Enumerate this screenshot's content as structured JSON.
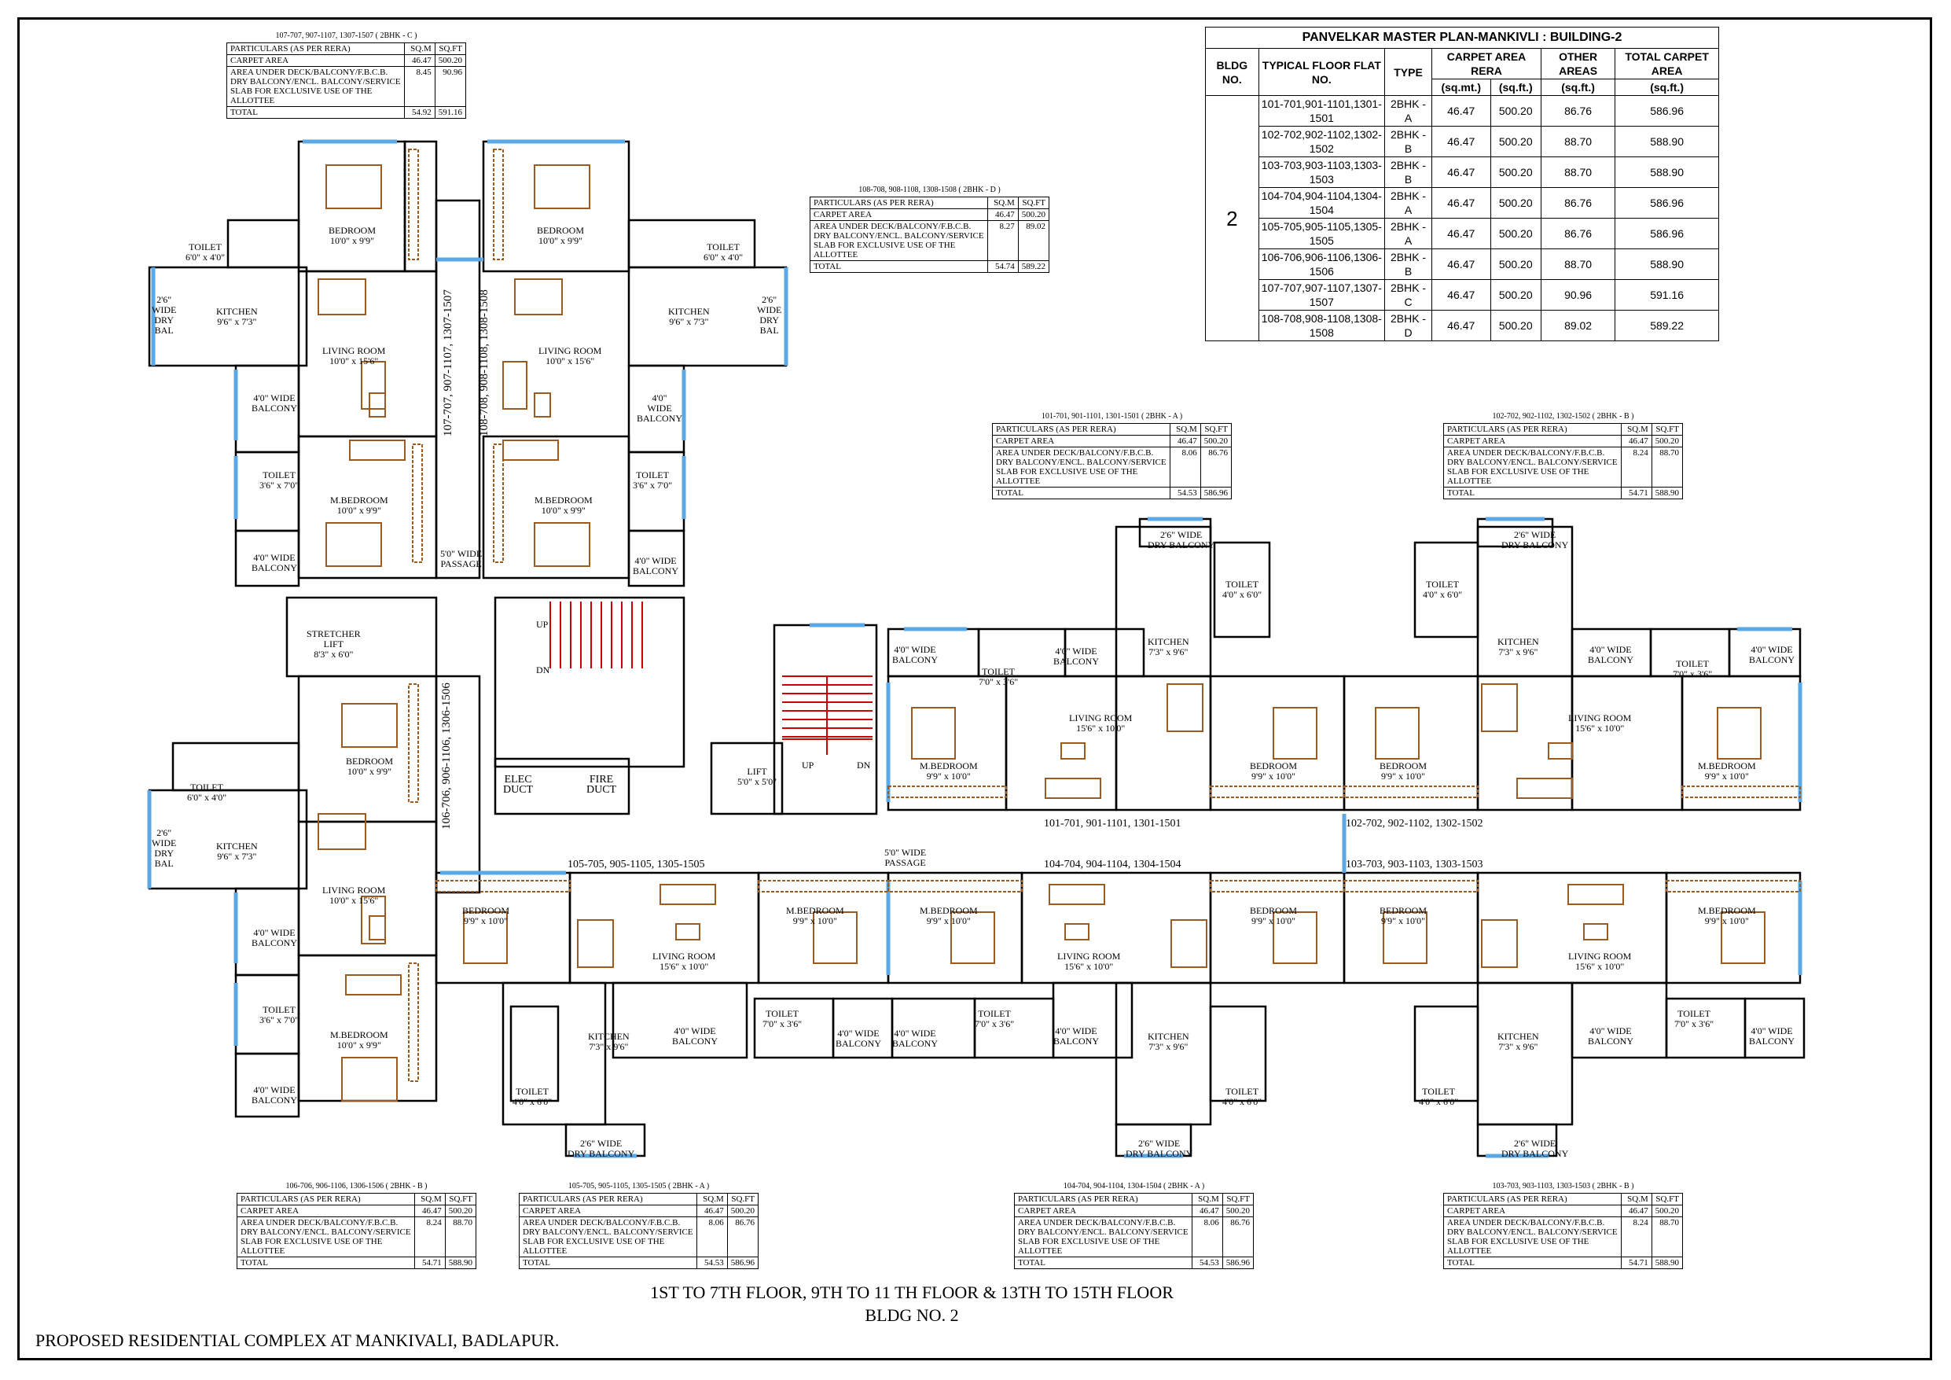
{
  "master_table": {
    "title": "PANVELKAR MASTER PLAN-MANKIVLI : BUILDING-2",
    "headers": {
      "bldg_no": "BLDG NO.",
      "typical_floor": "TYPICAL FLOOR FLAT NO.",
      "type": "TYPE",
      "carpet_area": "CARPET AREA RERA",
      "sq_mt": "(sq.mt.)",
      "sq_ft": "(sq.ft.)",
      "other_areas": "OTHER AREAS",
      "other_unit": "(sq.ft.)",
      "total": "TOTAL CARPET AREA",
      "total_unit": "(sq.ft.)"
    },
    "bldg": "2",
    "rows": [
      [
        "101-701,901-1101,1301-1501",
        "2BHK - A",
        "46.47",
        "500.20",
        "86.76",
        "586.96"
      ],
      [
        "102-702,902-1102,1302-1502",
        "2BHK - B",
        "46.47",
        "500.20",
        "88.70",
        "588.90"
      ],
      [
        "103-703,903-1103,1303-1503",
        "2BHK - B",
        "46.47",
        "500.20",
        "88.70",
        "588.90"
      ],
      [
        "104-704,904-1104,1304-1504",
        "2BHK - A",
        "46.47",
        "500.20",
        "86.76",
        "586.96"
      ],
      [
        "105-705,905-1105,1305-1505",
        "2BHK - A",
        "46.47",
        "500.20",
        "86.76",
        "586.96"
      ],
      [
        "106-706,906-1106,1306-1506",
        "2BHK - B",
        "46.47",
        "500.20",
        "88.70",
        "588.90"
      ],
      [
        "107-707,907-1107,1307-1507",
        "2BHK - C",
        "46.47",
        "500.20",
        "90.96",
        "591.16"
      ],
      [
        "108-708,908-1108,1308-1508",
        "2BHK - D",
        "46.47",
        "500.20",
        "89.02",
        "589.22"
      ]
    ]
  },
  "area_tables": [
    {
      "caption": "107-707, 907-1107, 1307-1507 ( 2BHK - C )",
      "particulars": "PARTICULARS (AS PER RERA)",
      "sqm": "SQ.M",
      "sqft": "SQ.FT",
      "carpet": "CARPET AREA",
      "carpet_m": "46.47",
      "carpet_f": "500.20",
      "other": "AREA UNDER DECK/BALCONY/F.B.C.B. DRY BALCONY/ENCL. BALCONY/SERVICE SLAB FOR EXCLUSIVE USE OF THE ALLOTTEE",
      "other_m": "8.45",
      "other_f": "90.96",
      "total": "TOTAL",
      "total_m": "54.92",
      "total_f": "591.16"
    },
    {
      "caption": "108-708, 908-1108, 1308-1508 ( 2BHK - D )",
      "particulars": "PARTICULARS (AS PER RERA)",
      "sqm": "SQ.M",
      "sqft": "SQ.FT",
      "carpet": "CARPET AREA",
      "carpet_m": "46.47",
      "carpet_f": "500.20",
      "other": "AREA UNDER DECK/BALCONY/F.B.C.B. DRY BALCONY/ENCL. BALCONY/SERVICE SLAB FOR EXCLUSIVE USE OF THE ALLOTTEE",
      "other_m": "8.27",
      "other_f": "89.02",
      "total": "TOTAL",
      "total_m": "54.74",
      "total_f": "589.22"
    },
    {
      "caption": "101-701, 901-1101, 1301-1501 ( 2BHK - A )",
      "particulars": "PARTICULARS (AS PER RERA)",
      "sqm": "SQ.M",
      "sqft": "SQ.FT",
      "carpet": "CARPET AREA",
      "carpet_m": "46.47",
      "carpet_f": "500.20",
      "other": "AREA UNDER DECK/BALCONY/F.B.C.B. DRY BALCONY/ENCL. BALCONY/SERVICE SLAB FOR EXCLUSIVE USE OF THE ALLOTTEE",
      "other_m": "8.06",
      "other_f": "86.76",
      "total": "TOTAL",
      "total_m": "54.53",
      "total_f": "586.96"
    },
    {
      "caption": "102-702, 902-1102, 1302-1502 ( 2BHK - B )",
      "particulars": "PARTICULARS (AS PER RERA)",
      "sqm": "SQ.M",
      "sqft": "SQ.FT",
      "carpet": "CARPET AREA",
      "carpet_m": "46.47",
      "carpet_f": "500.20",
      "other": "AREA UNDER DECK/BALCONY/F.B.C.B. DRY BALCONY/ENCL. BALCONY/SERVICE SLAB FOR EXCLUSIVE USE OF THE ALLOTTEE",
      "other_m": "8.24",
      "other_f": "88.70",
      "total": "TOTAL",
      "total_m": "54.71",
      "total_f": "588.90"
    },
    {
      "caption": "106-706, 906-1106, 1306-1506 ( 2BHK - B )",
      "particulars": "PARTICULARS (AS PER RERA)",
      "sqm": "SQ.M",
      "sqft": "SQ.FT",
      "carpet": "CARPET AREA",
      "carpet_m": "46.47",
      "carpet_f": "500.20",
      "other": "AREA UNDER DECK/BALCONY/F.B.C.B. DRY BALCONY/ENCL. BALCONY/SERVICE SLAB FOR EXCLUSIVE USE OF THE ALLOTTEE",
      "other_m": "8.24",
      "other_f": "88.70",
      "total": "TOTAL",
      "total_m": "54.71",
      "total_f": "588.90"
    },
    {
      "caption": "105-705, 905-1105, 1305-1505 ( 2BHK - A )",
      "particulars": "PARTICULARS (AS PER RERA)",
      "sqm": "SQ.M",
      "sqft": "SQ.FT",
      "carpet": "CARPET AREA",
      "carpet_m": "46.47",
      "carpet_f": "500.20",
      "other": "AREA UNDER DECK/BALCONY/F.B.C.B. DRY BALCONY/ENCL. BALCONY/SERVICE SLAB FOR EXCLUSIVE USE OF THE ALLOTTEE",
      "other_m": "8.06",
      "other_f": "86.76",
      "total": "TOTAL",
      "total_m": "54.53",
      "total_f": "586.96"
    },
    {
      "caption": "104-704, 904-1104, 1304-1504 ( 2BHK - A )",
      "particulars": "PARTICULARS (AS PER RERA)",
      "sqm": "SQ.M",
      "sqft": "SQ.FT",
      "carpet": "CARPET AREA",
      "carpet_m": "46.47",
      "carpet_f": "500.20",
      "other": "AREA UNDER DECK/BALCONY/F.B.C.B. DRY BALCONY/ENCL. BALCONY/SERVICE SLAB FOR EXCLUSIVE USE OF THE ALLOTTEE",
      "other_m": "8.06",
      "other_f": "86.76",
      "total": "TOTAL",
      "total_m": "54.53",
      "total_f": "586.96"
    },
    {
      "caption": "103-703, 903-1103, 1303-1503 ( 2BHK - B )",
      "particulars": "PARTICULARS (AS PER RERA)",
      "sqm": "SQ.M",
      "sqft": "SQ.FT",
      "carpet": "CARPET AREA",
      "carpet_m": "46.47",
      "carpet_f": "500.20",
      "other": "AREA UNDER DECK/BALCONY/F.B.C.B. DRY BALCONY/ENCL. BALCONY/SERVICE SLAB FOR EXCLUSIVE USE OF THE ALLOTTEE",
      "other_m": "8.24",
      "other_f": "88.70",
      "total": "TOTAL",
      "total_m": "54.71",
      "total_f": "588.90"
    }
  ],
  "flat_labels": {
    "f107": "107-707, 907-1107, 1307-1507",
    "f108": "108-708, 908-1108, 1308-1508",
    "f106": "106-706, 906-1106, 1306-1506",
    "f101": "101-701, 901-1101, 1301-1501",
    "f102": "102-702, 902-1102, 1302-1502",
    "f105": "105-705, 905-1105, 1305-1505",
    "f104": "104-704, 904-1104, 1304-1504",
    "f103": "103-703, 903-1103, 1303-1503"
  },
  "room_labels": {
    "bedroom": "BEDROOM\n10'0\" x 9'9\"",
    "bedroom_b": "BEDROOM\n9'9\" x 10'0\"",
    "mbedroom": "M.BEDROOM\n10'0\" x 9'9\"",
    "mbedroom_b": "M.BEDROOM\n9'9\" x 10'0\"",
    "living_v": "LIVING ROOM\n10'0\" x 15'6\"",
    "living_h": "LIVING ROOM\n15'6\" x 10'0\"",
    "kitchen_v": "KITCHEN\n9'6\" x 7'3\"",
    "kitchen_h": "KITCHEN\n7'3\" x 9'6\"",
    "toilet_64": "TOILET\n6'0\" x 4'0\"",
    "toilet_46": "TOILET\n4'0\" x 6'0\"",
    "toilet_37": "TOILET\n3'6\" x 7'0\"",
    "toilet_73": "TOILET\n7'0\" x 3'6\"",
    "dry_bal_v": "2'6\"\nWIDE\nDRY\nBAL",
    "dry_bal_h": "2'6\" WIDE\nDRY BALCONY",
    "balcony4": "4'0\" WIDE\nBALCONY",
    "balcony4_3": "4'0\"\nWIDE\nBALCONY",
    "passage_v": "5'0\" WIDE\nPASSAGE",
    "passage_h": "5'0\" WIDE\nPASSAGE",
    "stretcher": "STRETCHER\nLIFT\n8'3\" x 6'0\"",
    "lift": "LIFT\n5'0\" x 5'0\"",
    "elec": "ELEC\nDUCT",
    "fire": "FIRE\nDUCT",
    "up": "UP",
    "dn": "DN"
  },
  "footer": {
    "floors": "1ST  TO 7TH FLOOR,  9TH TO 11 TH FLOOR & 13TH TO 15TH FLOOR",
    "bldg": "BLDG NO. 2",
    "project": "PROPOSED RESIDENTIAL COMPLEX AT MANKIVALI, BADLAPUR."
  },
  "colors": {
    "wall": "#000000",
    "window": "#5aa9e6",
    "furniture": "#9b5a1e",
    "stair": "#cc0000"
  }
}
